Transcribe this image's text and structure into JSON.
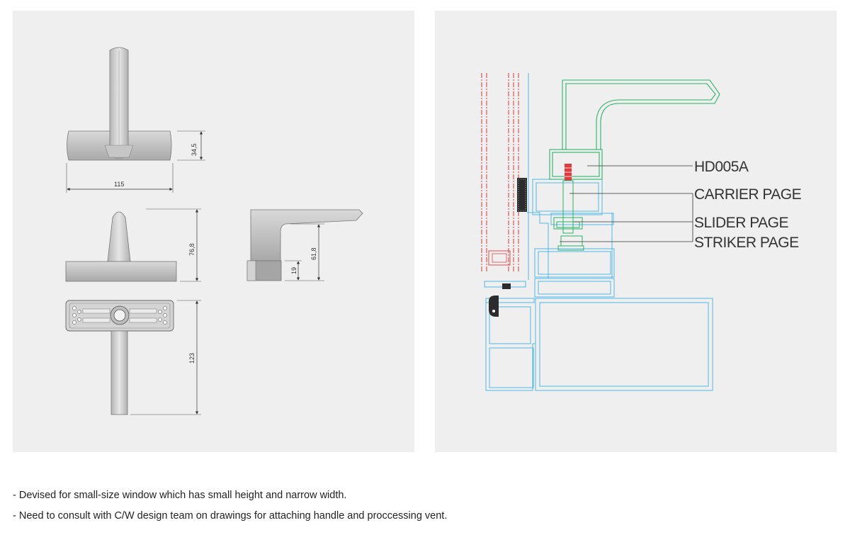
{
  "left_drawing": {
    "dimensions": {
      "base_height": "34,5",
      "base_width": "115",
      "front_height": "76,8",
      "side_height": "61,8",
      "side_base_height": "19",
      "bottom_length": "123"
    }
  },
  "right_drawing": {
    "callouts": [
      "HD005A",
      "CARRIER PAGE",
      "SLIDER PAGE",
      "STRIKER PAGE"
    ]
  },
  "notes": [
    "- Devised for small-size window which has small height and narrow width.",
    "- Need to consult with C/W design team on drawings for attaching handle and proccessing vent."
  ],
  "colors": {
    "panel_bg": "#efefef",
    "handle_outline": "#2bb36a",
    "frame_outline": "#4fb8e4",
    "screw_red": "#e23a3a",
    "glass_red": "#e04848"
  }
}
